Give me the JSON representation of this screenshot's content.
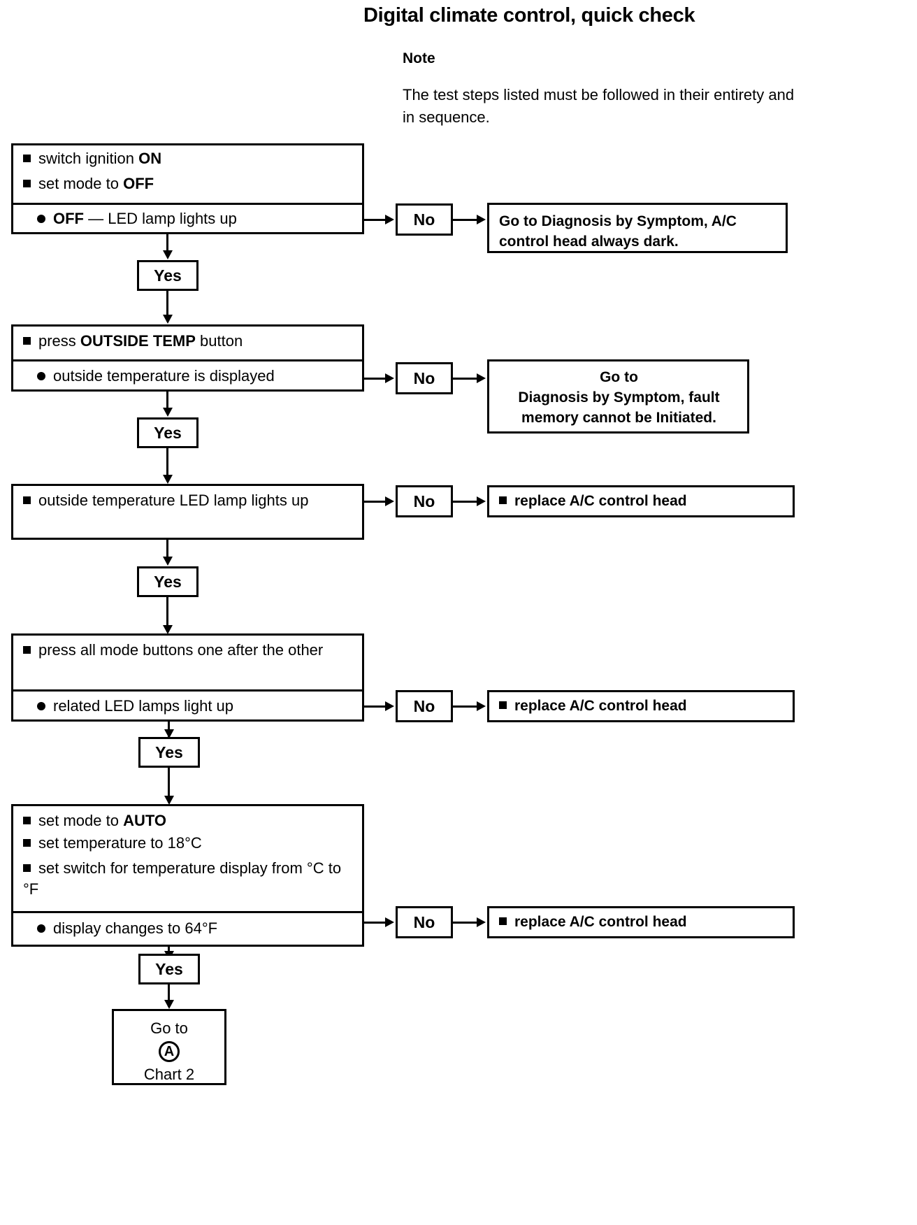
{
  "header": {
    "title": "Digital climate control, quick check",
    "note_heading": "Note",
    "note_body": "The test steps listed must be followed in their entirety and in sequence."
  },
  "labels": {
    "yes": "Yes",
    "no": "No"
  },
  "steps": [
    {
      "id": "step-1",
      "actions": [
        {
          "text_plain": "switch ignition ",
          "text_bold": "ON"
        },
        {
          "text_plain": "set mode to ",
          "text_bold": "OFF"
        }
      ],
      "action_line_1": "switch ignition ON",
      "action_line_2": "set mode to OFF",
      "check": "OFF — LED lamp lights up",
      "check_bold_prefix": "OFF",
      "check_rest": " — LED lamp lights up",
      "no_result": "Go to Diagnosis by Symptom, A/C control head always dark.",
      "no_result_align": "left",
      "no_result_bullet": false
    },
    {
      "id": "step-2",
      "action_line_1": "press OUTSIDE TEMP button",
      "action_bold": "OUTSIDE TEMP",
      "action_pre": "press ",
      "action_post": " button",
      "check": "outside temperature is displayed",
      "no_result_line_1": "Go to",
      "no_result_line_2": "Diagnosis by Symptom, fault",
      "no_result_line_3": "memory cannot be Initiated.",
      "no_result_align": "center",
      "no_result_bullet": false
    },
    {
      "id": "step-3",
      "action_line_1": "outside temperature LED lamp lights up",
      "no_result": "replace A/C control head",
      "no_result_bullet": true
    },
    {
      "id": "step-4",
      "action_line_1": "press all mode buttons one after the other",
      "check": "related LED lamps light up",
      "no_result": "replace A/C control head",
      "no_result_bullet": true
    },
    {
      "id": "step-5",
      "action_line_1_pre": "set mode to ",
      "action_line_1_bold": "AUTO",
      "action_line_2": "set temperature to 18°C",
      "action_line_3": "set switch for temperature display from °C to °F",
      "check": "display changes to 64°F",
      "no_result": "replace A/C control head",
      "no_result_bullet": true
    }
  ],
  "terminal": {
    "line_1": "Go to",
    "reference": "A",
    "line_2": "Chart 2"
  }
}
